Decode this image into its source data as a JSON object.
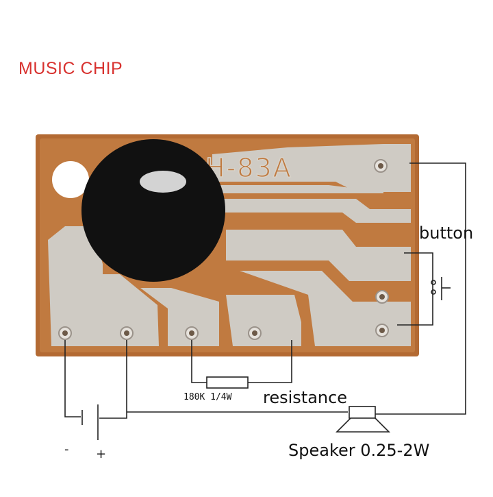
{
  "title": "MUSIC CHIP",
  "board": {
    "marking": "H-83A",
    "board_color": "#b36a33",
    "copper_color": "#cfcbc4",
    "chip_color": "#111111"
  },
  "labels": {
    "button": "button",
    "resistor_value": "180K 1/4W",
    "resistor": "resistance",
    "speaker": "Speaker 0.25-2W",
    "battery_negative": "-",
    "battery_positive": "+"
  },
  "colors": {
    "title": "#d8322f",
    "wire": "#222222"
  }
}
